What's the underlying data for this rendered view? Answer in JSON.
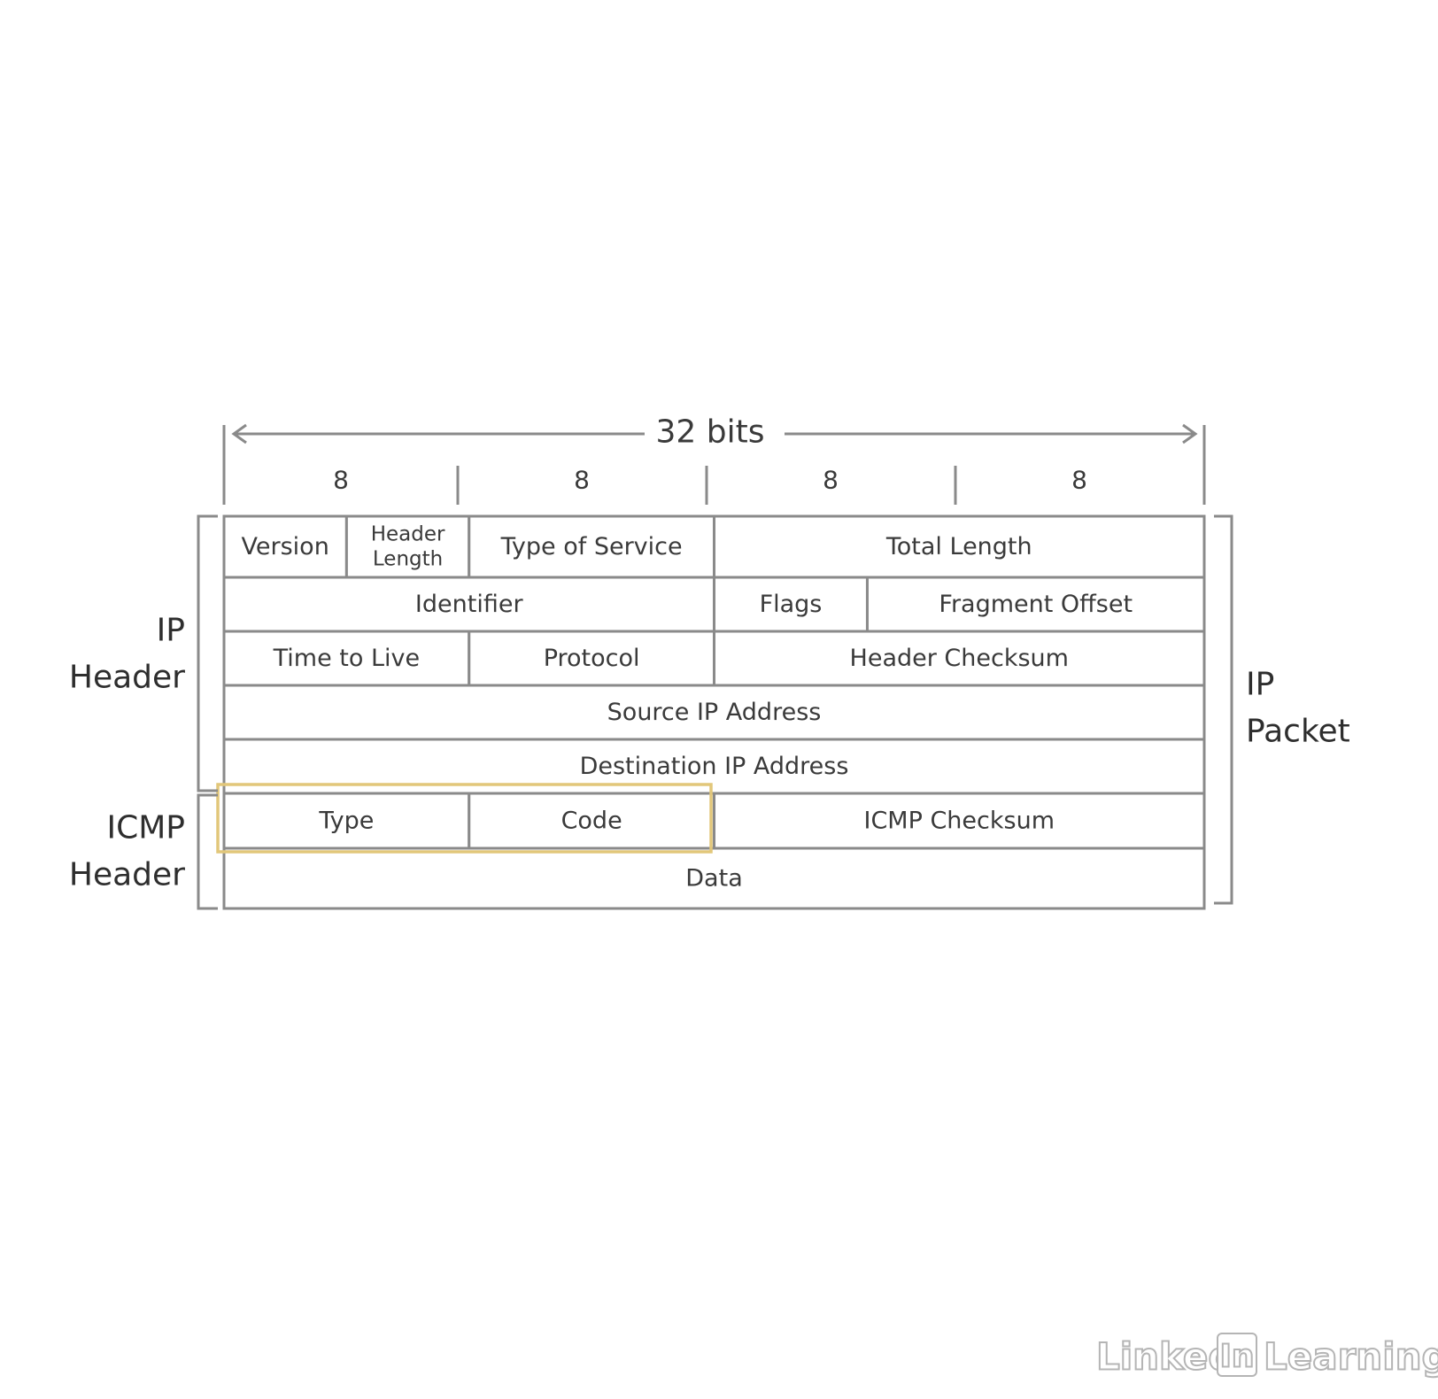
{
  "width_label": "32 bits",
  "octets": [
    "8",
    "8",
    "8",
    "8"
  ],
  "rows": [
    [
      {
        "label": "Version",
        "bits": 4
      },
      {
        "label": "Header Length",
        "bits": 4,
        "small": true
      },
      {
        "label": "Type of Service",
        "bits": 8
      },
      {
        "label": "Total Length",
        "bits": 16
      }
    ],
    [
      {
        "label": "Identifier",
        "bits": 16
      },
      {
        "label": "Flags",
        "bits": 5
      },
      {
        "label": "Fragment Offset",
        "bits": 11
      }
    ],
    [
      {
        "label": "Time to Live",
        "bits": 8
      },
      {
        "label": "Protocol",
        "bits": 8
      },
      {
        "label": "Header Checksum",
        "bits": 16
      }
    ],
    [
      {
        "label": "Source IP Address",
        "bits": 32
      }
    ],
    [
      {
        "label": "Destination IP Address",
        "bits": 32
      }
    ],
    [
      {
        "label": "Type",
        "bits": 8,
        "highlight": true
      },
      {
        "label": "Code",
        "bits": 8,
        "highlight": true
      },
      {
        "label": "ICMP Checksum",
        "bits": 16
      }
    ],
    [
      {
        "label": "Data",
        "bits": 32
      }
    ]
  ],
  "groups": {
    "ip_header": "IP Header",
    "icmp_header": "ICMP Header",
    "ip_packet": "IP Packet"
  },
  "watermark": "LinkedIn Learning",
  "colors": {
    "line": "#8a8a8a",
    "text": "#3a3a3a",
    "highlight": "#e2c77a",
    "background": "#ffffff"
  }
}
